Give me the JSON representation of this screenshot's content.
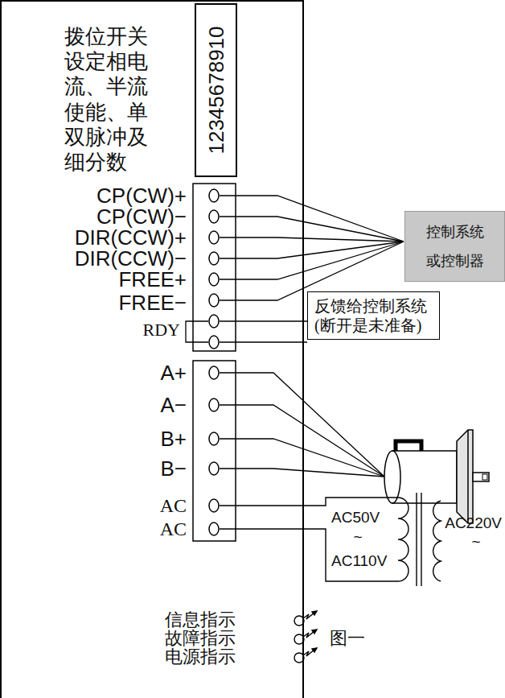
{
  "diagram": {
    "caption": "图一",
    "nodes": [
      {
        "text": [
          "拨位开关设定相电流、半流使能、单双脉冲及细分数"
        ]
      },
      {
        "text": [
          "12345678910"
        ],
        "in": 0
      },
      {
        "text": [
          "控制系统 或控制器"
        ]
      },
      {
        "text": [
          "反馈给控制系统(断开是未准备)"
        ]
      }
    ],
    "labels": [
      "CP(CW)+",
      "CP(CW)−",
      "DIR(CCW)+",
      "DIR(CCW)−",
      "FREE+",
      "FREE−",
      "RDY",
      "A+",
      "A−",
      "B+",
      "B−",
      "AC",
      "AC",
      "AC50V",
      "~",
      "AC110V",
      "AC220V",
      "~",
      "信息指示",
      "故障指示",
      "电源指示"
    ]
  }
}
